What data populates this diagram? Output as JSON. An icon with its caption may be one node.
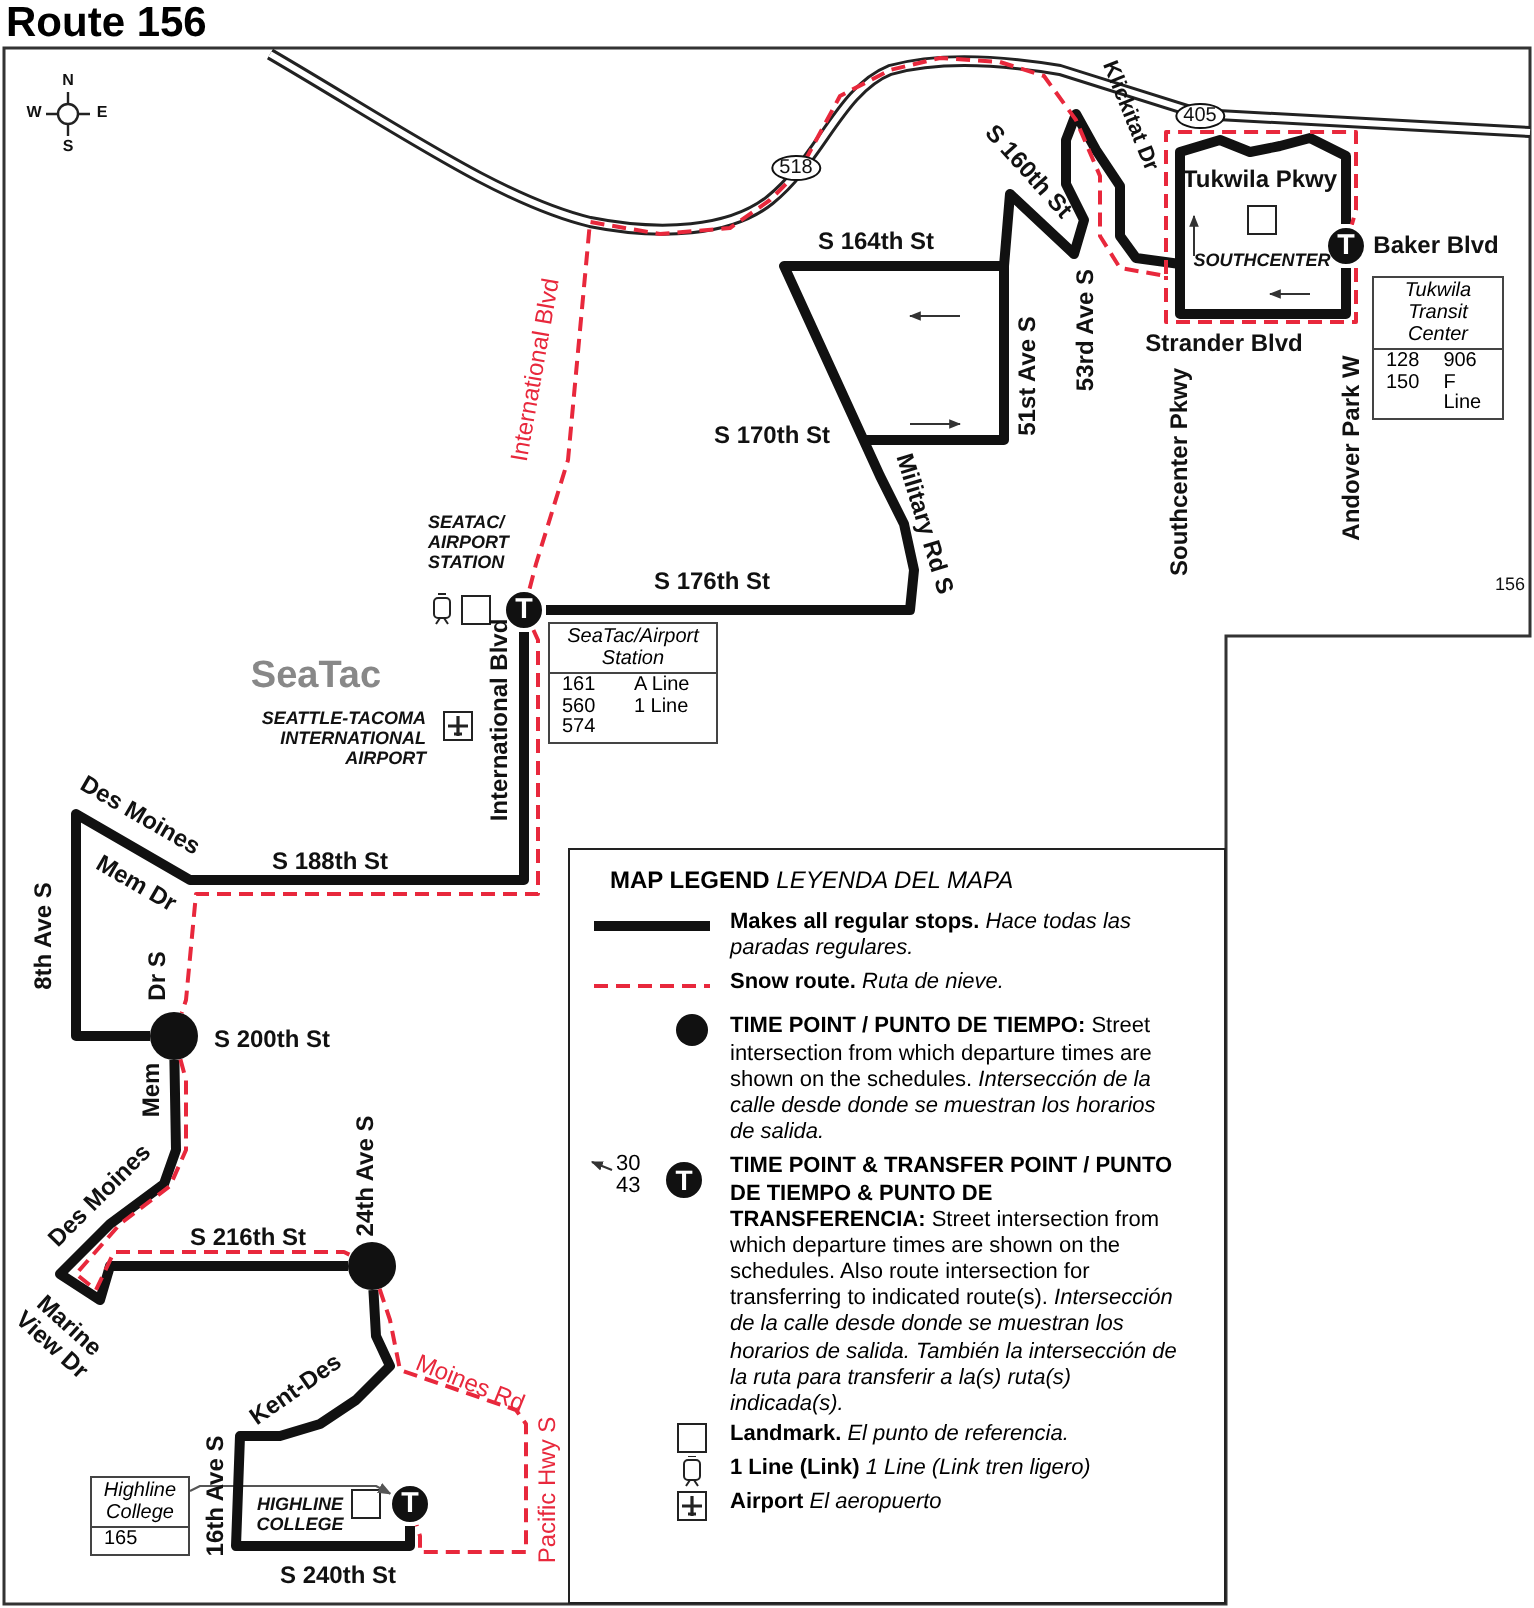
{
  "diagram": {
    "title": "Route 156",
    "nodes": [
      {
        "text": [
          "SeaTac/Airport Station",
          "161",
          "A Line",
          "560",
          "1 Line",
          "574"
        ]
      },
      {
        "text": [
          "Tukwila Transit Center",
          "128",
          "906",
          "150",
          "F Line"
        ]
      },
      {
        "text": [
          "Highline College",
          "165"
        ]
      },
      {
        "text": [
          "T"
        ]
      },
      {
        "text": [
          "T"
        ]
      },
      {
        "text": [
          "T"
        ]
      },
      {
        "text": [],
        "shape": "circle"
      },
      {
        "text": [],
        "shape": "circle"
      }
    ],
    "edges": [
      {
        "from": 2,
        "to": 5,
        "arrow": "to",
        "color": "#555555"
      },
      {
        "from": 3,
        "to": 4,
        "arrow": "none",
        "style": "thick"
      },
      {
        "from": 3,
        "to": 6,
        "arrow": "none",
        "style": "thick"
      },
      {
        "from": 6,
        "to": 7,
        "arrow": "none",
        "style": "thick"
      },
      {
        "from": 7,
        "to": 5,
        "arrow": "none",
        "style": "thick"
      },
      {
        "from": 3,
        "to": 4,
        "arrow": "none",
        "style": "dashed",
        "color": "#e8283c"
      },
      {
        "from": 3,
        "to": 6,
        "arrow": "none",
        "style": "dashed",
        "color": "#e8283c"
      },
      {
        "from": 6,
        "to": 7,
        "arrow": "none",
        "style": "dashed",
        "color": "#e8283c"
      },
      {
        "from": 7,
        "to": 5,
        "arrow": "none",
        "style": "dashed",
        "color": "#e8283c"
      }
    ],
    "labels": [
      "N",
      "W",
      "E",
      "S",
      "518",
      "International Blvd",
      "Klickitat Dr",
      "405",
      "S 160th St",
      "Tukwila Pkwy",
      "S 164th St",
      "53rd Ave S",
      "SOUTHCENTER",
      "Baker Blvd",
      "Strander Blvd",
      "S 170th St",
      "Military Rd S",
      "51st Ave S",
      "Southcenter Pkwy",
      "Andover Park W",
      "SEATAC/ AIRPORT STATION",
      "S 176th St",
      "156",
      "SeaTac",
      "SEATTLE-TACOMA INTERNATIONAL AIRPORT",
      "International Blvd",
      "Des Moines",
      "Mem Dr",
      "S 188th St",
      "8th Ave S",
      "Dr S",
      "S 200th St",
      "Mem",
      "Des Moines",
      "S 216th St",
      "24th Ave S",
      "Marine View Dr",
      "Kent-Des",
      "Moines Rd",
      "16th Ave S",
      "HIGHLINE COLLEGE",
      "S 240th St",
      "Pacific Hwy S",
      "**MAP LEGEND** *LEYENDA DEL MAPA*",
      "30",
      "43",
      "T"
    ],
    "legend": [
      {
        "text": "**Makes all regular stops.** *Hace todas las paradas regulares.*"
      },
      {
        "text": "**Snow route.** *Ruta de nieve.*"
      },
      {
        "text": "**TIME POINT / PUNTO DE TIEMPO:** Street intersection from which departure times are shown on the schedules. *Intersección de la calle desde donde se muestran los horarios de salida.*"
      },
      {
        "text": "**TIME POINT & TRANSFER POINT / PUNTO DE TIEMPO & PUNTO DE TRANSFERENCIA:** Street intersection from which departure times are shown on the schedules. Also route intersection for transferring to indicated route(s). *Intersección de la calle desde donde se muestran los horarios de salida. También la intersección de la ruta para transferir a la(s) ruta(s) indicada(s).*"
      },
      {
        "text": "**Landmark.** *El punto de referencia.*"
      },
      {
        "text": "**1 Line (Link)** *1 Line (Link tren ligero)*"
      },
      {
        "text": "**Airport** *El aeropuerto*"
      }
    ]
  }
}
